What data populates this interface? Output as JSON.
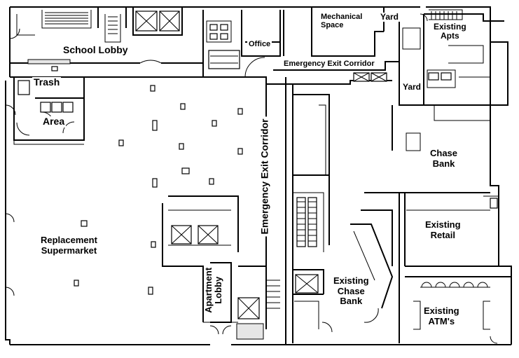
{
  "rooms": {
    "school_lobby": "School Lobby",
    "mechanical_space": [
      "Mechanical",
      "Space"
    ],
    "yard_top": "Yard",
    "existing_apts": [
      "Existing",
      "Apts"
    ],
    "office": "Office",
    "emergency_exit_corridor_horizontal": "Emergency Exit Corridor",
    "trash_area": [
      "Trash",
      "Area"
    ],
    "yard_right": "Yard",
    "chase_bank": [
      "Chase",
      "Bank"
    ],
    "emergency_exit_corridor_vertical": "Emergency Exit Corridor",
    "existing_retail": [
      "Existing",
      "Retail"
    ],
    "replacement_supermarket": [
      "Replacement",
      "Supermarket"
    ],
    "apartment_lobby": [
      "Apartment",
      "Lobby"
    ],
    "existing_chase_bank": [
      "Existing",
      "Chase",
      "Bank"
    ],
    "existing_atms": [
      "Existing",
      "ATM's"
    ]
  },
  "colors": {
    "line": "#000000",
    "background": "#ffffff"
  }
}
